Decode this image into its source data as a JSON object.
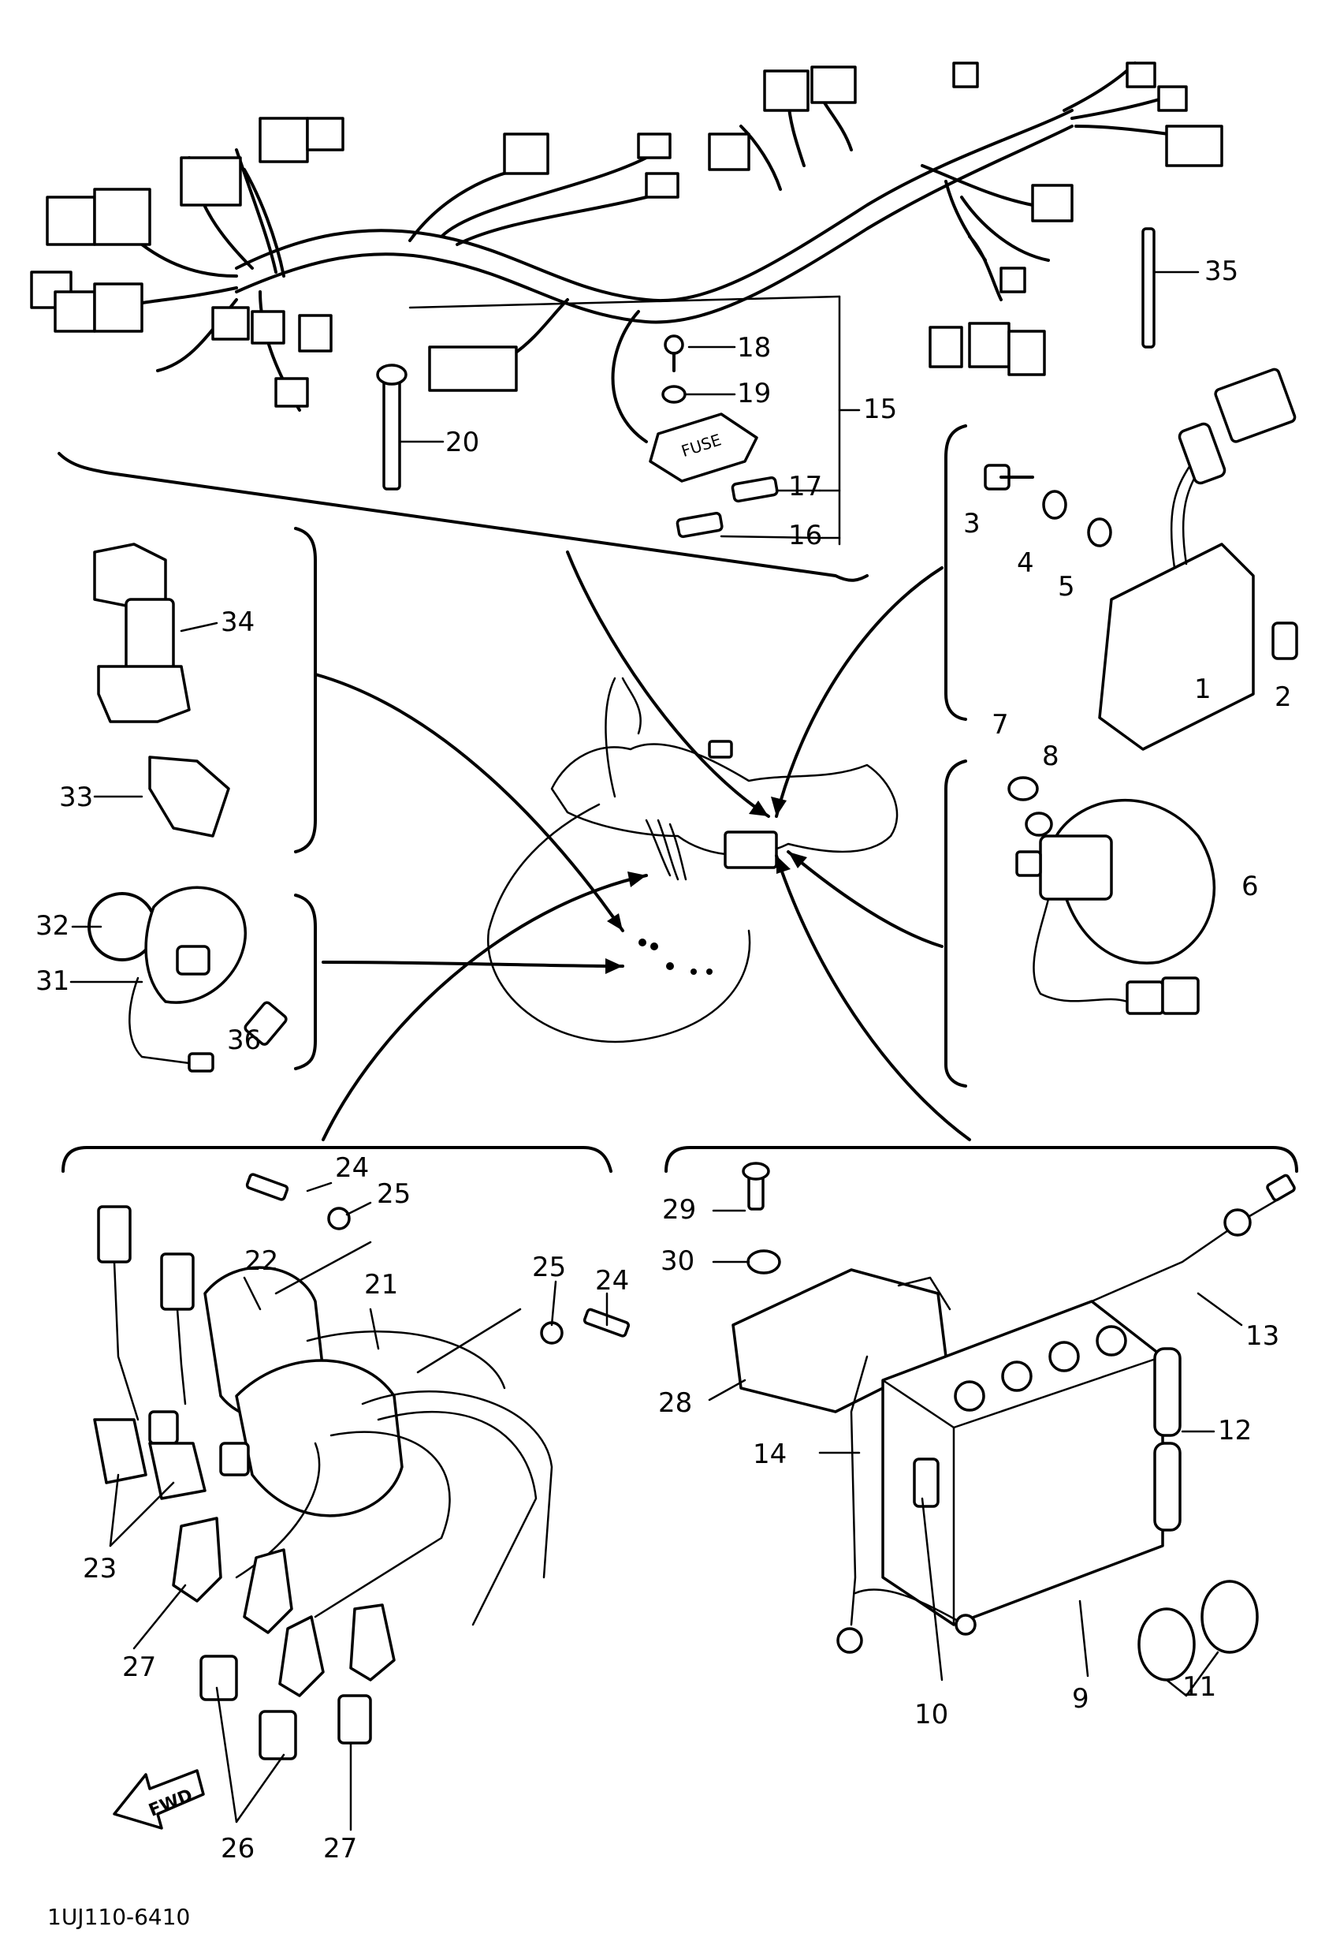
{
  "diagram": {
    "code": "1UJ110-6410",
    "fwd_label": "FWD",
    "fuse_label": "FUSE",
    "callouts": {
      "c1": "1",
      "c2": "2",
      "c3": "3",
      "c4": "4",
      "c5": "5",
      "c6": "6",
      "c7": "7",
      "c8": "8",
      "c9": "9",
      "c10": "10",
      "c11": "11",
      "c12": "12",
      "c13": "13",
      "c14": "14",
      "c15": "15",
      "c16": "16",
      "c17": "17",
      "c18": "18",
      "c19": "19",
      "c20": "20",
      "c21": "21",
      "c22": "22",
      "c23": "23",
      "c24a": "24",
      "c24b": "24",
      "c25a": "25",
      "c25b": "25",
      "c26": "26",
      "c27a": "27",
      "c27b": "27",
      "c28": "28",
      "c29": "29",
      "c30": "30",
      "c31": "31",
      "c32": "32",
      "c33": "33",
      "c34": "34",
      "c35": "35",
      "c36": "36"
    }
  }
}
